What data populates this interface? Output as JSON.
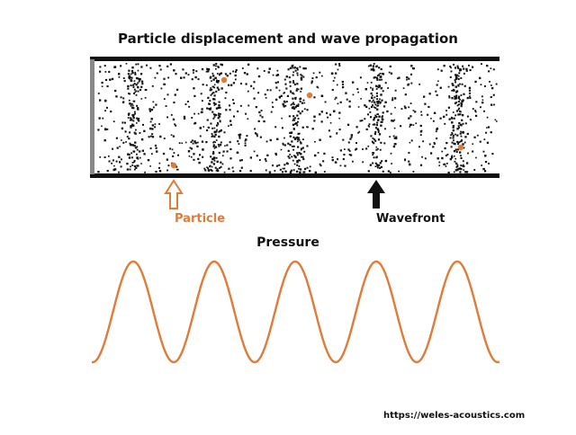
{
  "title": "Particle displacement and wave propagation",
  "labels": {
    "particle": "Particle",
    "wavefront": "Wavefront",
    "pressure": "Pressure"
  },
  "source_url": "https://weles-acoustics.com",
  "colors": {
    "accent": "#e07b39",
    "ink": "#111111",
    "wall": "#888888"
  },
  "chart_data": {
    "type": "line",
    "title": "Pressure",
    "xlabel": "",
    "ylabel": "",
    "cycles": 5,
    "grid": false
  }
}
